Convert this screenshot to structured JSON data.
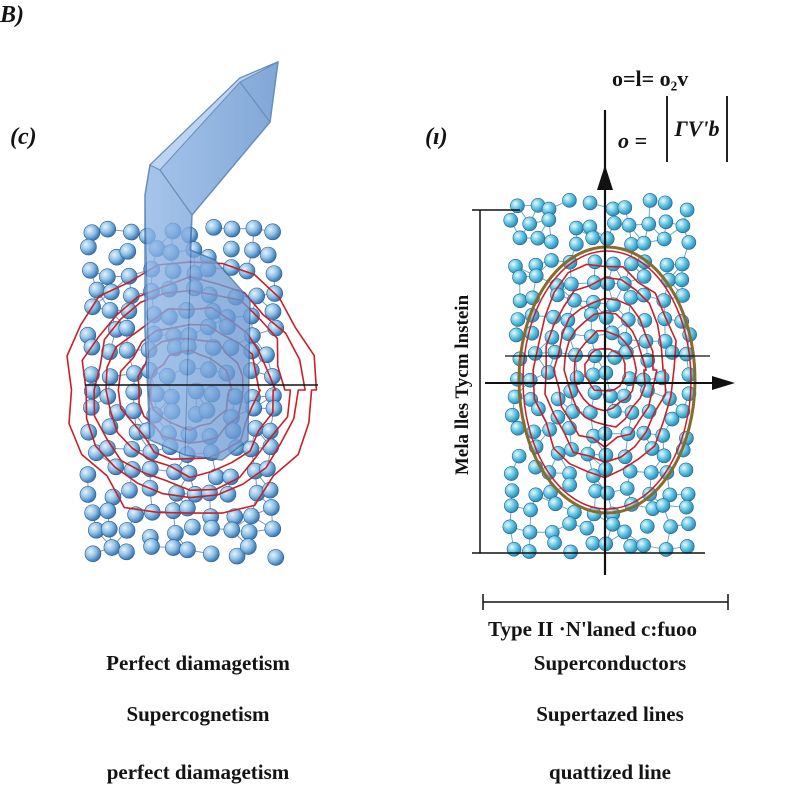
{
  "figure": {
    "corner_label": "B)"
  },
  "left_panel": {
    "label": "(c)",
    "captions": [
      "Perfect diamagetism",
      "Supercognetism",
      "perfect diamagetism"
    ]
  },
  "right_panel": {
    "label": "(ı)",
    "equation_top": "o=l= o₂v",
    "equation_lhs": "o =",
    "equation_box": "ΓV'b",
    "vertical_axis_label": "Mela lles Tycm lnstein",
    "bottom_axis_label": "Type II ·N'laned c:fuoo",
    "captions": [
      "Superconductors",
      "Supertazed lines",
      "quattized line"
    ]
  },
  "colors": {
    "atom": "#7fb6e0",
    "atom_right": "#5fc3e0",
    "bond": "#4a6a9a",
    "field_line": "#c8202a",
    "prism": "#6f9fd6",
    "ellipse_outer": "#8a6a2a",
    "axis": "#111111"
  },
  "icons": [
    "magnet-prism-icon",
    "lattice-icon",
    "flux-lines-icon",
    "arrow-up-icon",
    "arrow-right-icon"
  ]
}
